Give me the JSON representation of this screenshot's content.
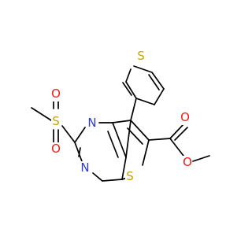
{
  "colors": {
    "bond": "#000000",
    "S": "#c8a400",
    "N": "#2a3cc8",
    "O": "#e8201a",
    "background": "#ffffff"
  },
  "atoms": [
    {
      "id": "s-thio-top",
      "label": "S",
      "color": "S"
    },
    {
      "id": "n-top",
      "label": "N",
      "color": "N"
    },
    {
      "id": "n-left",
      "label": "N",
      "color": "N"
    },
    {
      "id": "s-sulfonyl",
      "label": "S",
      "color": "S"
    },
    {
      "id": "o-sulfonyl-top",
      "label": "O",
      "color": "O"
    },
    {
      "id": "o-sulfonyl-bottom",
      "label": "O",
      "color": "O"
    },
    {
      "id": "s-ring",
      "label": "S",
      "color": "S"
    },
    {
      "id": "o-carbonyl",
      "label": "O",
      "color": "O"
    },
    {
      "id": "o-ester",
      "label": "O",
      "color": "O"
    }
  ]
}
